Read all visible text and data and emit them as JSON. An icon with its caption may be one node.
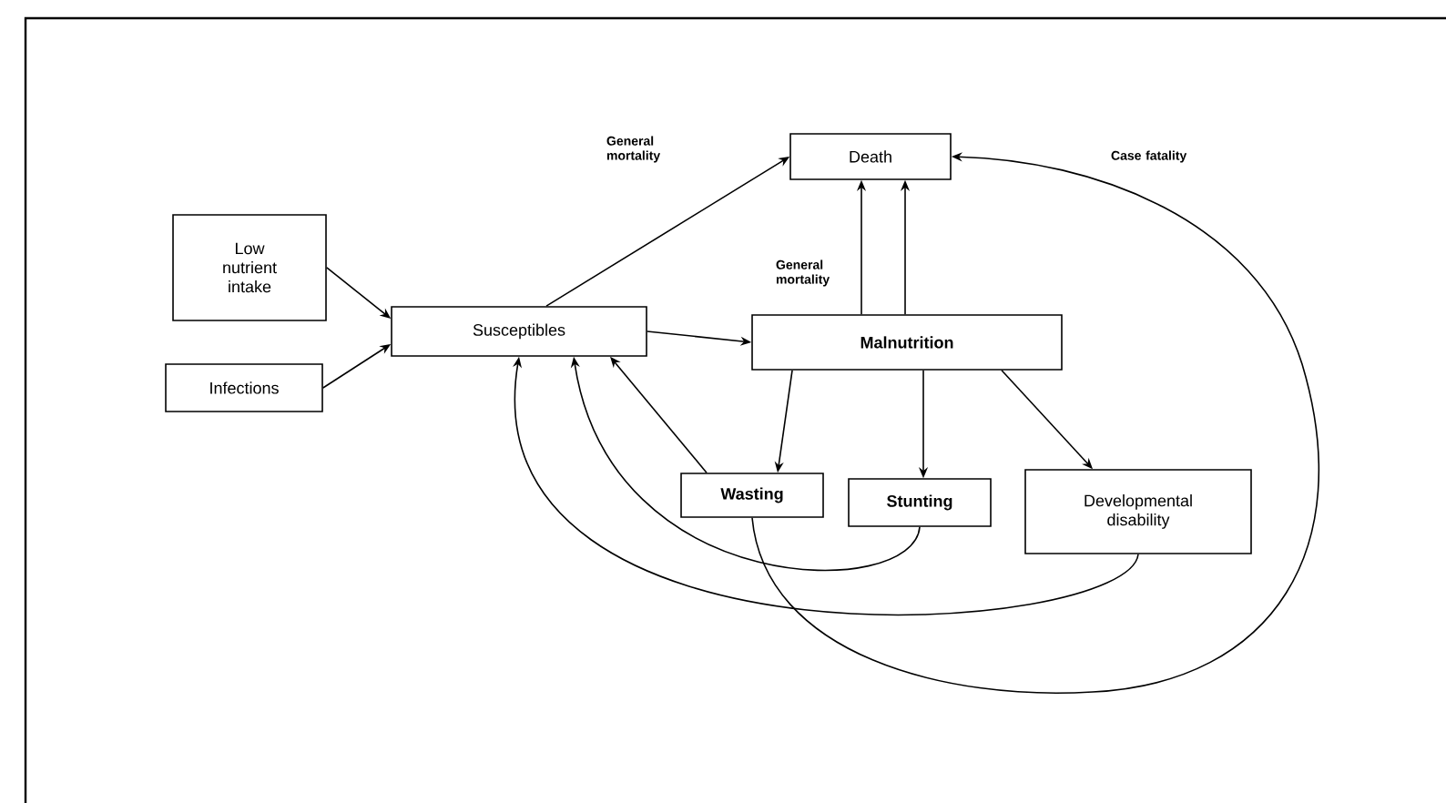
{
  "diagram": {
    "nodes": [
      {
        "text": [
          "Death"
        ]
      },
      {
        "text": [
          "Low nutrient intake"
        ]
      },
      {
        "text": [
          "Susceptibles"
        ]
      },
      {
        "text": [
          "Infections"
        ]
      },
      {
        "text": [
          "Malnutrition"
        ]
      },
      {
        "text": [
          "Wasting"
        ]
      },
      {
        "text": [
          "Stunting"
        ]
      },
      {
        "text": [
          "Developmental disability"
        ]
      }
    ],
    "edges": [
      {
        "from": 1,
        "to": 2,
        "arrow": "to"
      },
      {
        "from": 3,
        "to": 2,
        "arrow": "to"
      },
      {
        "from": 2,
        "to": 0,
        "arrow": "to",
        "label": "General mortality"
      },
      {
        "from": 2,
        "to": 4,
        "arrow": "to"
      },
      {
        "from": 4,
        "to": 0,
        "arrow": "to",
        "label": "General mortality"
      },
      {
        "from": 4,
        "to": 0,
        "arrow": "to"
      },
      {
        "from": 4,
        "to": 5,
        "arrow": "to"
      },
      {
        "from": 4,
        "to": 6,
        "arrow": "to"
      },
      {
        "from": 4,
        "to": 7,
        "arrow": "to"
      },
      {
        "from": 5,
        "to": 2,
        "arrow": "to"
      },
      {
        "from": 6,
        "to": 2,
        "arrow": "to"
      },
      {
        "from": 7,
        "to": 2,
        "arrow": "to"
      },
      {
        "from": 5,
        "to": 0,
        "arrow": "to",
        "label": "Case fatality"
      }
    ]
  }
}
